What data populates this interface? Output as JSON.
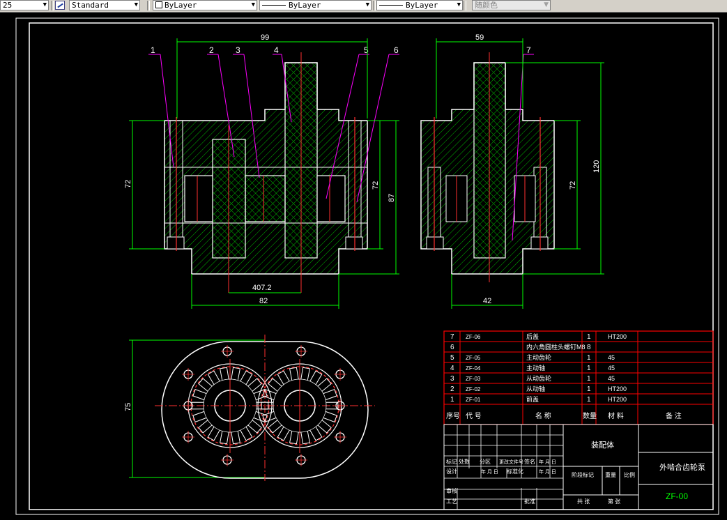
{
  "toolbar": {
    "scale_value": "25",
    "text_style": "Standard",
    "layer": "ByLayer",
    "linetype": "ByLayer",
    "lineweight": "ByLayer",
    "plotstyle": "随颜色"
  },
  "dimensions": {
    "front_width": "99",
    "front_height_left": "72",
    "front_height_inner": "72",
    "front_height_outer": "87",
    "front_gear_center": "407.2",
    "front_base_width": "82",
    "side_width": "59",
    "side_height_inner": "72",
    "side_height_total": "120",
    "side_base_width": "42",
    "bottom_height": "75"
  },
  "balloons": [
    "1",
    "2",
    "3",
    "4",
    "5",
    "6",
    "7"
  ],
  "bom": {
    "rows": [
      {
        "no": "7",
        "code": "ZF-06",
        "name": "后盖",
        "qty": "1",
        "material": "HT200"
      },
      {
        "no": "6",
        "code": "",
        "name": "内六角圆柱头螺钉M8",
        "qty": "8",
        "material": ""
      },
      {
        "no": "5",
        "code": "ZF-05",
        "name": "主动齿轮",
        "qty": "1",
        "material": "45"
      },
      {
        "no": "4",
        "code": "ZF-04",
        "name": "主动轴",
        "qty": "1",
        "material": "45"
      },
      {
        "no": "3",
        "code": "ZF-03",
        "name": "从动齿轮",
        "qty": "1",
        "material": "45"
      },
      {
        "no": "2",
        "code": "ZF-02",
        "name": "从动轴",
        "qty": "1",
        "material": "HT200"
      },
      {
        "no": "1",
        "code": "ZF-01",
        "name": "前盖",
        "qty": "1",
        "material": "HT200"
      }
    ],
    "header": {
      "no": "序号",
      "code": "代 号",
      "name": "名 称",
      "qty": "数量",
      "material": "材 料",
      "remark": "备 注"
    }
  },
  "titleblock": {
    "drawing_name": "装配体",
    "product_name": "外啮合齿轮泵",
    "drawing_no": "ZF-00",
    "row_labels": [
      "标记",
      "处数",
      "分区",
      "更改文件号",
      "签名",
      "年 月 日"
    ],
    "designer": "设计",
    "standardization": "标准化",
    "review": "审核",
    "process": "工艺",
    "approve": "批准",
    "stage_mark": "阶段标记",
    "weight": "重量",
    "scale": "比例",
    "sheets": "共 张",
    "sheet_no": "第 张",
    "date_label": "年 月 日"
  },
  "colors": {
    "frame": "#ffffff",
    "outline": "#ffffff",
    "hatch": "#00ff00",
    "dimension": "#00ff00",
    "center": "#ff2020",
    "leader": "#ff00ff",
    "bom_border": "#ff0000",
    "text_white": "#ffffff"
  }
}
